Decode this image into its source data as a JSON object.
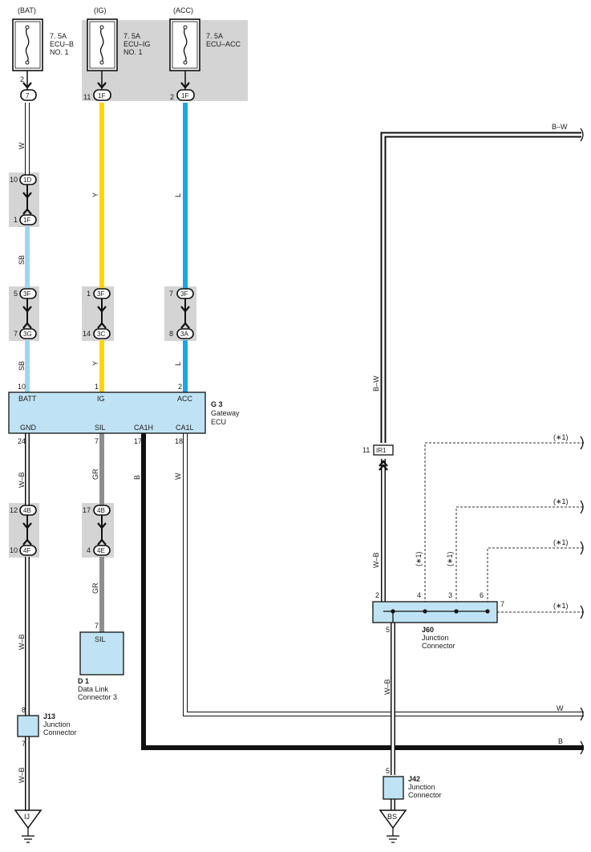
{
  "colors": {
    "W": "#ffffff",
    "SB": "#9fd6f2",
    "Y": "#ffd400",
    "L": "#1ba7e5",
    "B": "#111111",
    "GR": "#8e8e8e",
    "component_fill": "#bfe3f4",
    "connector_bg": "#d4d4d4"
  },
  "fuses": {
    "bat": {
      "source": "(BAT)",
      "rating": "7. 5A",
      "name_line1": "ECU–B",
      "name_line2": "NO. 1",
      "pin": "2",
      "connector": "7"
    },
    "ig": {
      "source": "(IG)",
      "rating": "7. 5A",
      "name_line1": "ECU–IG",
      "name_line2": "NO. 1",
      "pin": "11",
      "connector": "1F"
    },
    "acc": {
      "source": "(ACC)",
      "rating": "7. 5A",
      "name_line1": "ECU–ACC",
      "name_line2": "",
      "pin": "2",
      "connector": "1F"
    }
  },
  "wire_labels": {
    "bat_top": "W",
    "bat_mid": "SB",
    "bat_low": "SB",
    "ig_mid": "Y",
    "ig_low": "Y",
    "acc_mid": "L",
    "acc_low": "L",
    "gnd_1": "W–B",
    "gnd_2": "W–B",
    "gnd_3": "W–B",
    "sil_1": "GR",
    "sil_2": "GR",
    "ca1h": "B",
    "ca1l": "W",
    "right_w": "W",
    "right_b": "B",
    "right_bw": "B–W",
    "ir1_vert": "B–W",
    "ir1_low": "W–B",
    "j60_j42": "W–B"
  },
  "connectors": {
    "c1d": {
      "pin": "10",
      "id": "1D"
    },
    "c1f": {
      "pin": "1",
      "id": "1F"
    },
    "bat3f": {
      "pin": "5",
      "id": "3F"
    },
    "c3g": {
      "pin": "7",
      "id": "3G"
    },
    "ig3f": {
      "pin": "1",
      "id": "3F"
    },
    "c3c": {
      "pin": "14",
      "id": "3C"
    },
    "acc3f": {
      "pin": "7",
      "id": "3F"
    },
    "c3a": {
      "pin": "8",
      "id": "3A"
    },
    "gnd4b": {
      "pin": "12",
      "id": "4B"
    },
    "c4f": {
      "pin": "10",
      "id": "4F"
    },
    "sil4b": {
      "pin": "17",
      "id": "4B"
    },
    "c4e": {
      "pin": "4",
      "id": "4E"
    },
    "ir1": {
      "pin": "11",
      "id": "IR1"
    }
  },
  "gateway": {
    "code": "G 3",
    "name_line1": "Gateway",
    "name_line2": "ECU",
    "terminals": {
      "batt": "BATT",
      "ig": "IG",
      "acc": "ACC",
      "gnd": "GND",
      "sil": "SIL",
      "ca1h": "CA1H",
      "ca1l": "CA1L"
    },
    "pins": {
      "batt": "10",
      "ig": "1",
      "acc": "2",
      "gnd": "24",
      "sil": "7",
      "ca1h": "17",
      "ca1l": "18"
    }
  },
  "dlc": {
    "code": "D 1",
    "name_line1": "Data Link",
    "name_line2": "Connector 3",
    "terminal": "SIL",
    "pin": "7"
  },
  "j13": {
    "code": "J13",
    "name_line1": "Junction",
    "name_line2": "Connector",
    "pin_top": "8",
    "pin_bottom": "7"
  },
  "j60": {
    "code": "J60",
    "name_line1": "Junction",
    "name_line2": "Connector",
    "pins": {
      "p2": "2",
      "p4": "4",
      "p3": "3",
      "p6": "6",
      "p7": "7",
      "p5": "5"
    }
  },
  "j42": {
    "code": "J42",
    "name_line1": "Junction",
    "name_line2": "Connector",
    "pin": "5"
  },
  "grounds": {
    "left": "IJ",
    "right": "BS"
  },
  "note": "(∗1)"
}
